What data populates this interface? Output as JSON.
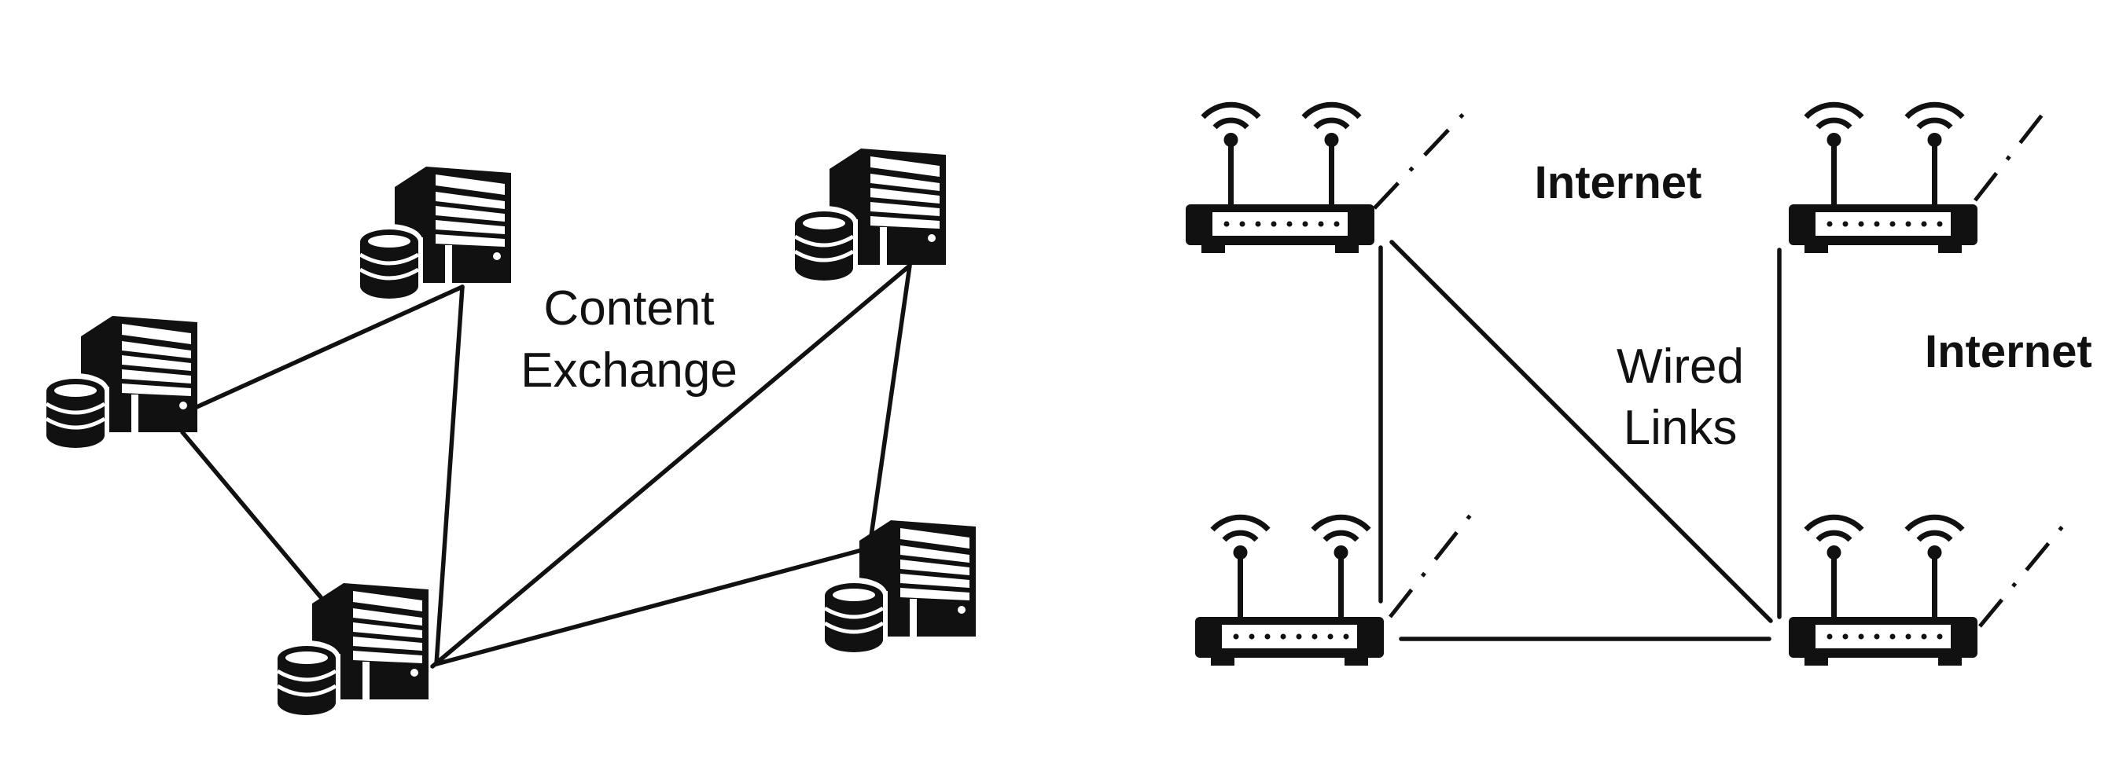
{
  "left_panel": {
    "label_line1": "Content",
    "label_line2": "Exchange",
    "servers": [
      {
        "icon": "server-with-database-icon"
      },
      {
        "icon": "server-with-database-icon"
      },
      {
        "icon": "server-with-database-icon"
      },
      {
        "icon": "server-with-database-icon"
      },
      {
        "icon": "server-with-database-icon"
      }
    ]
  },
  "right_panel": {
    "internet_label_top": "Internet",
    "internet_label_right": "Internet",
    "wired_label_line1": "Wired",
    "wired_label_line2": "Links",
    "routers": [
      {
        "icon": "wifi-router-icon"
      },
      {
        "icon": "wifi-router-icon"
      },
      {
        "icon": "wifi-router-icon"
      },
      {
        "icon": "wifi-router-icon"
      }
    ]
  },
  "colors": {
    "ink": "#111111",
    "background": "#ffffff"
  }
}
